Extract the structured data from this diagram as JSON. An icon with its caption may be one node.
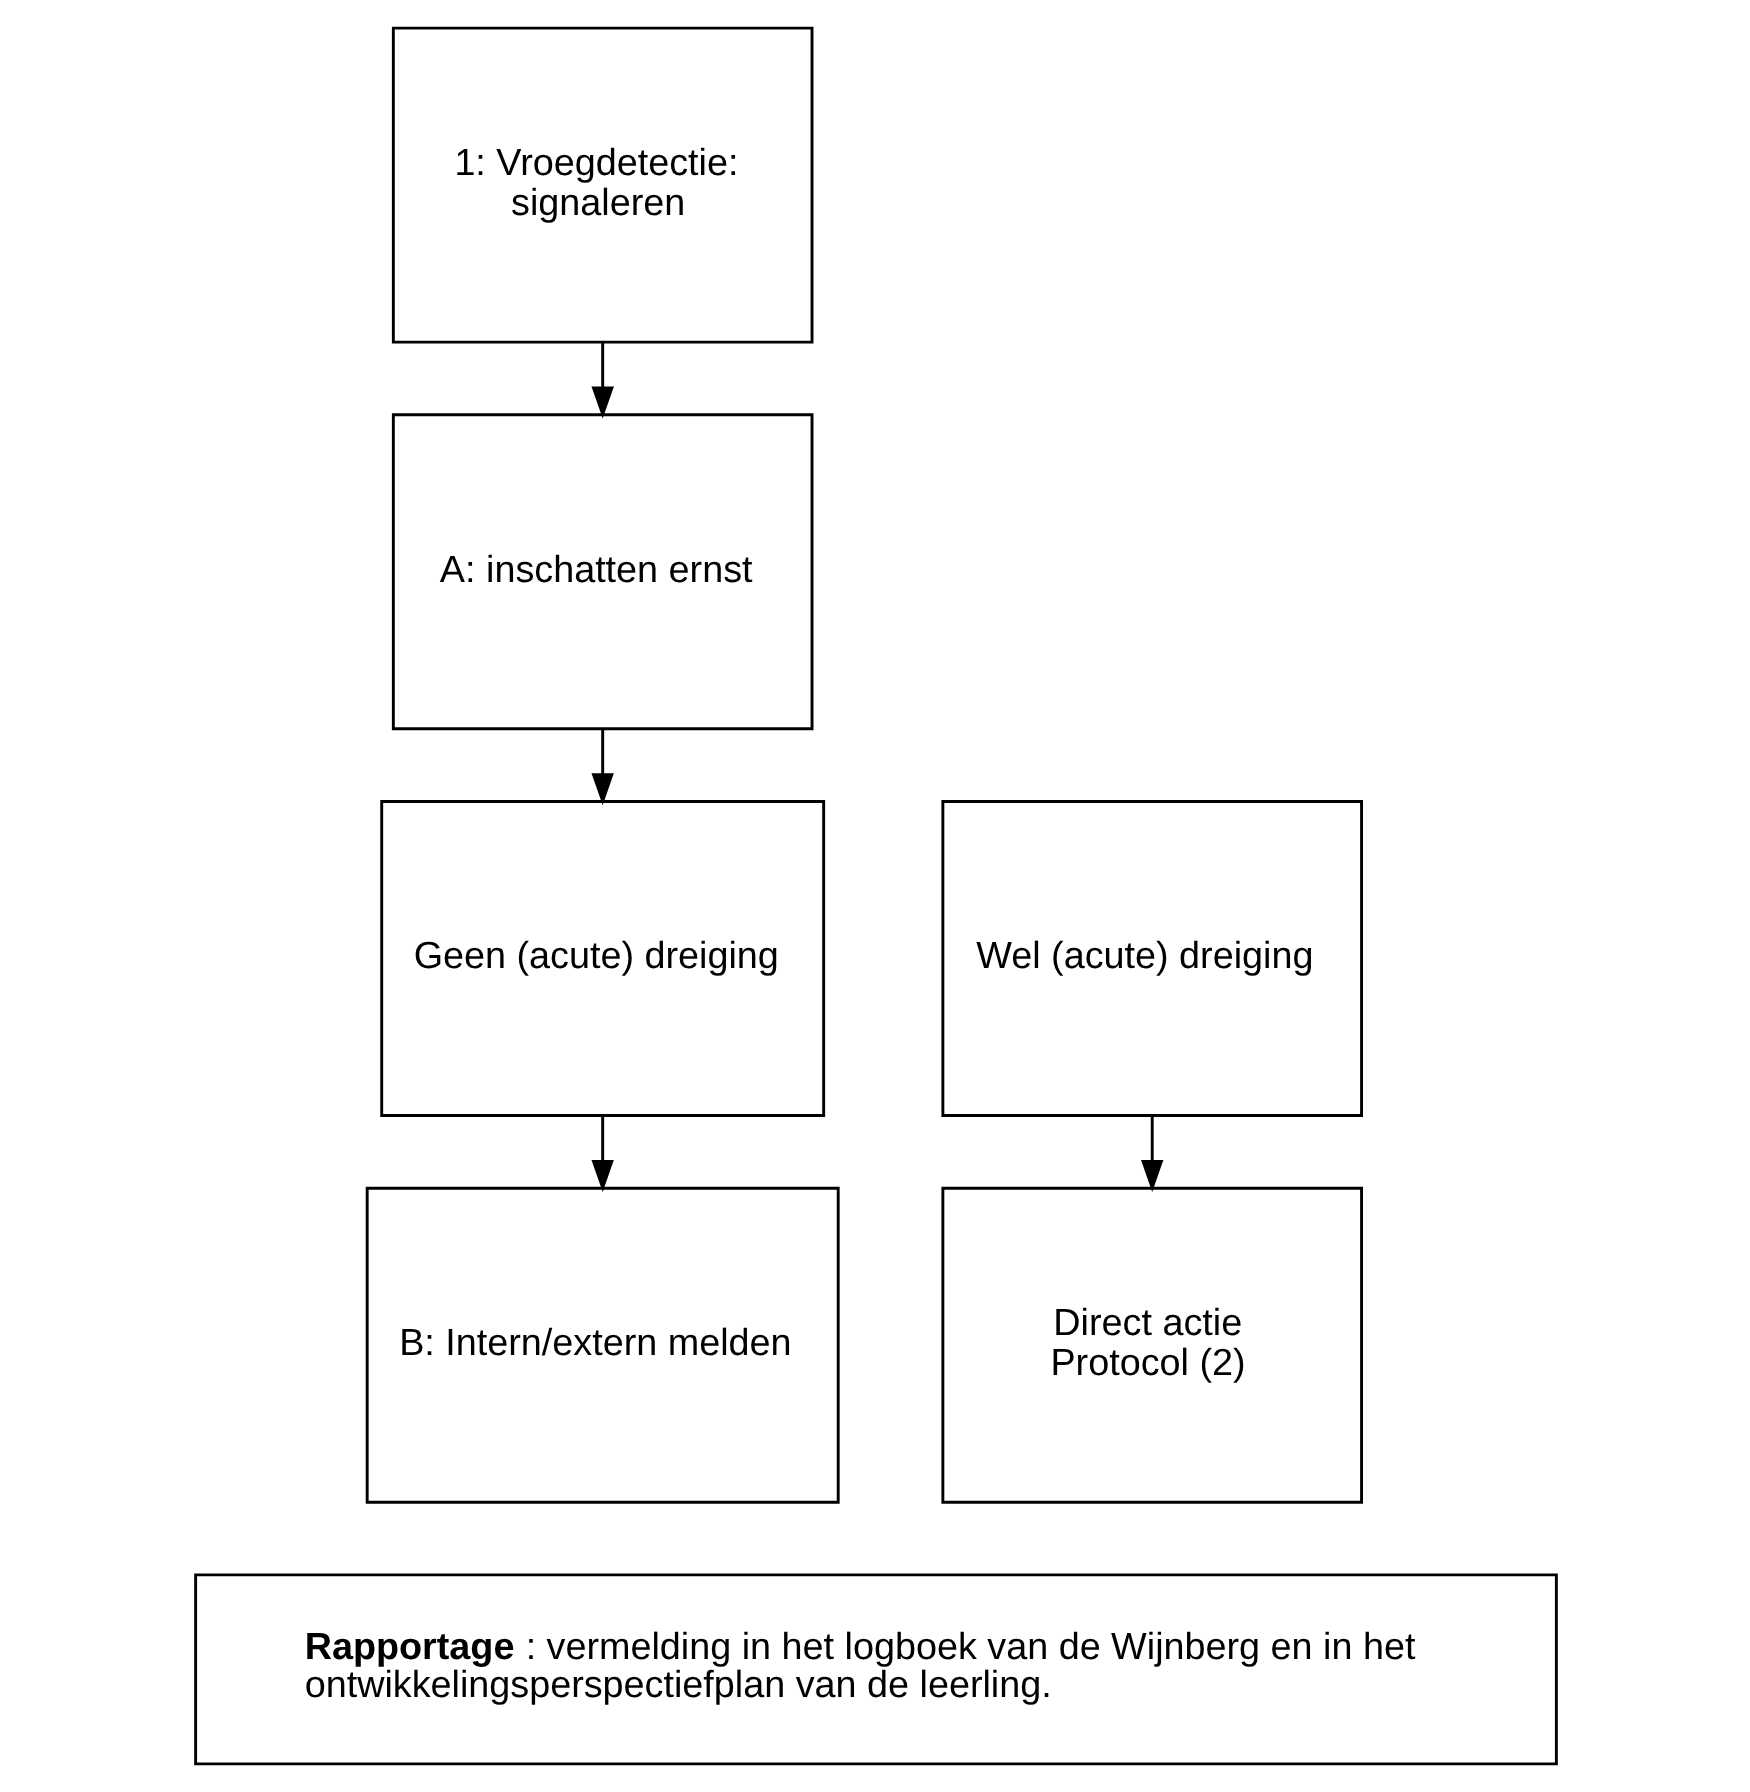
{
  "diagram": {
    "nodes": [
      {
        "text": [
          "1: Vroegdetectie: signaleren"
        ]
      },
      {
        "text": [
          "A: inschatten ernst"
        ]
      },
      {
        "text": [
          "Geen (acute) dreiging"
        ]
      },
      {
        "text": [
          "Wel (acute) dreiging"
        ]
      },
      {
        "text": [
          "B: Intern/extern melden"
        ]
      },
      {
        "text": [
          "Direct actie Protocol (2)"
        ]
      },
      {
        "text": [
          "**Rapportage**: vermelding in het logboek van de Wijnberg en in het ontwikkelingsperspectiefplan van de leerling."
        ]
      }
    ],
    "edges": [
      {
        "from": 0,
        "to": 1,
        "arrow": "to"
      },
      {
        "from": 1,
        "to": 2,
        "arrow": "to"
      },
      {
        "from": 3,
        "to": 5,
        "arrow": "to"
      },
      {
        "from": 2,
        "to": 4,
        "arrow": "to"
      }
    ]
  }
}
